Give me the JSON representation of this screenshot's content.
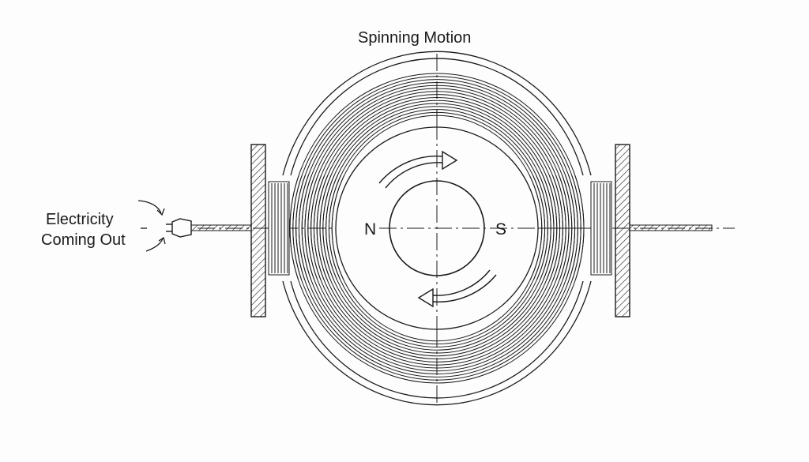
{
  "diagram": {
    "title": "Spinning Motion",
    "output_label": {
      "line1": "Electricity",
      "line2": "Coming Out"
    },
    "poles": {
      "north": "N",
      "south": "S"
    },
    "colors": {
      "line": "#1a1a1a",
      "background": "#fdfdfd"
    },
    "icons": [
      "plug-icon",
      "rotation-arrow-icon",
      "curved-arrow-icon"
    ]
  }
}
